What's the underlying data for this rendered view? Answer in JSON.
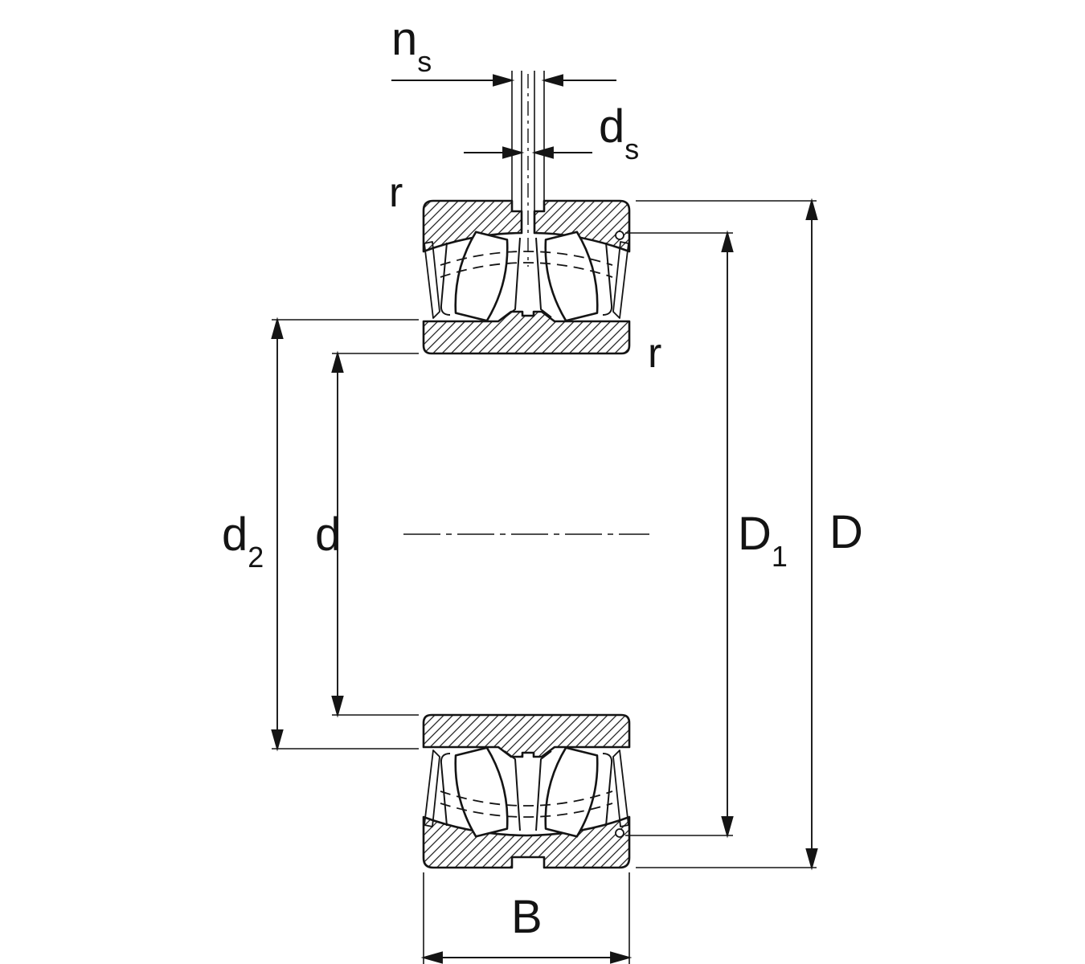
{
  "dimension_labels": {
    "ns": {
      "base": "n",
      "sub": "s"
    },
    "ds": {
      "base": "d",
      "sub": "s"
    },
    "r_outer_ring": {
      "base": "r",
      "sub": ""
    },
    "r_inner_ring": {
      "base": "r",
      "sub": ""
    },
    "d2": {
      "base": "d",
      "sub": "2"
    },
    "d": {
      "base": "d",
      "sub": ""
    },
    "D1": {
      "base": "D",
      "sub": "1"
    },
    "D": {
      "base": "D",
      "sub": ""
    },
    "B": {
      "base": "B",
      "sub": ""
    }
  },
  "colors": {
    "line": "#141414",
    "background": "#ffffff"
  }
}
